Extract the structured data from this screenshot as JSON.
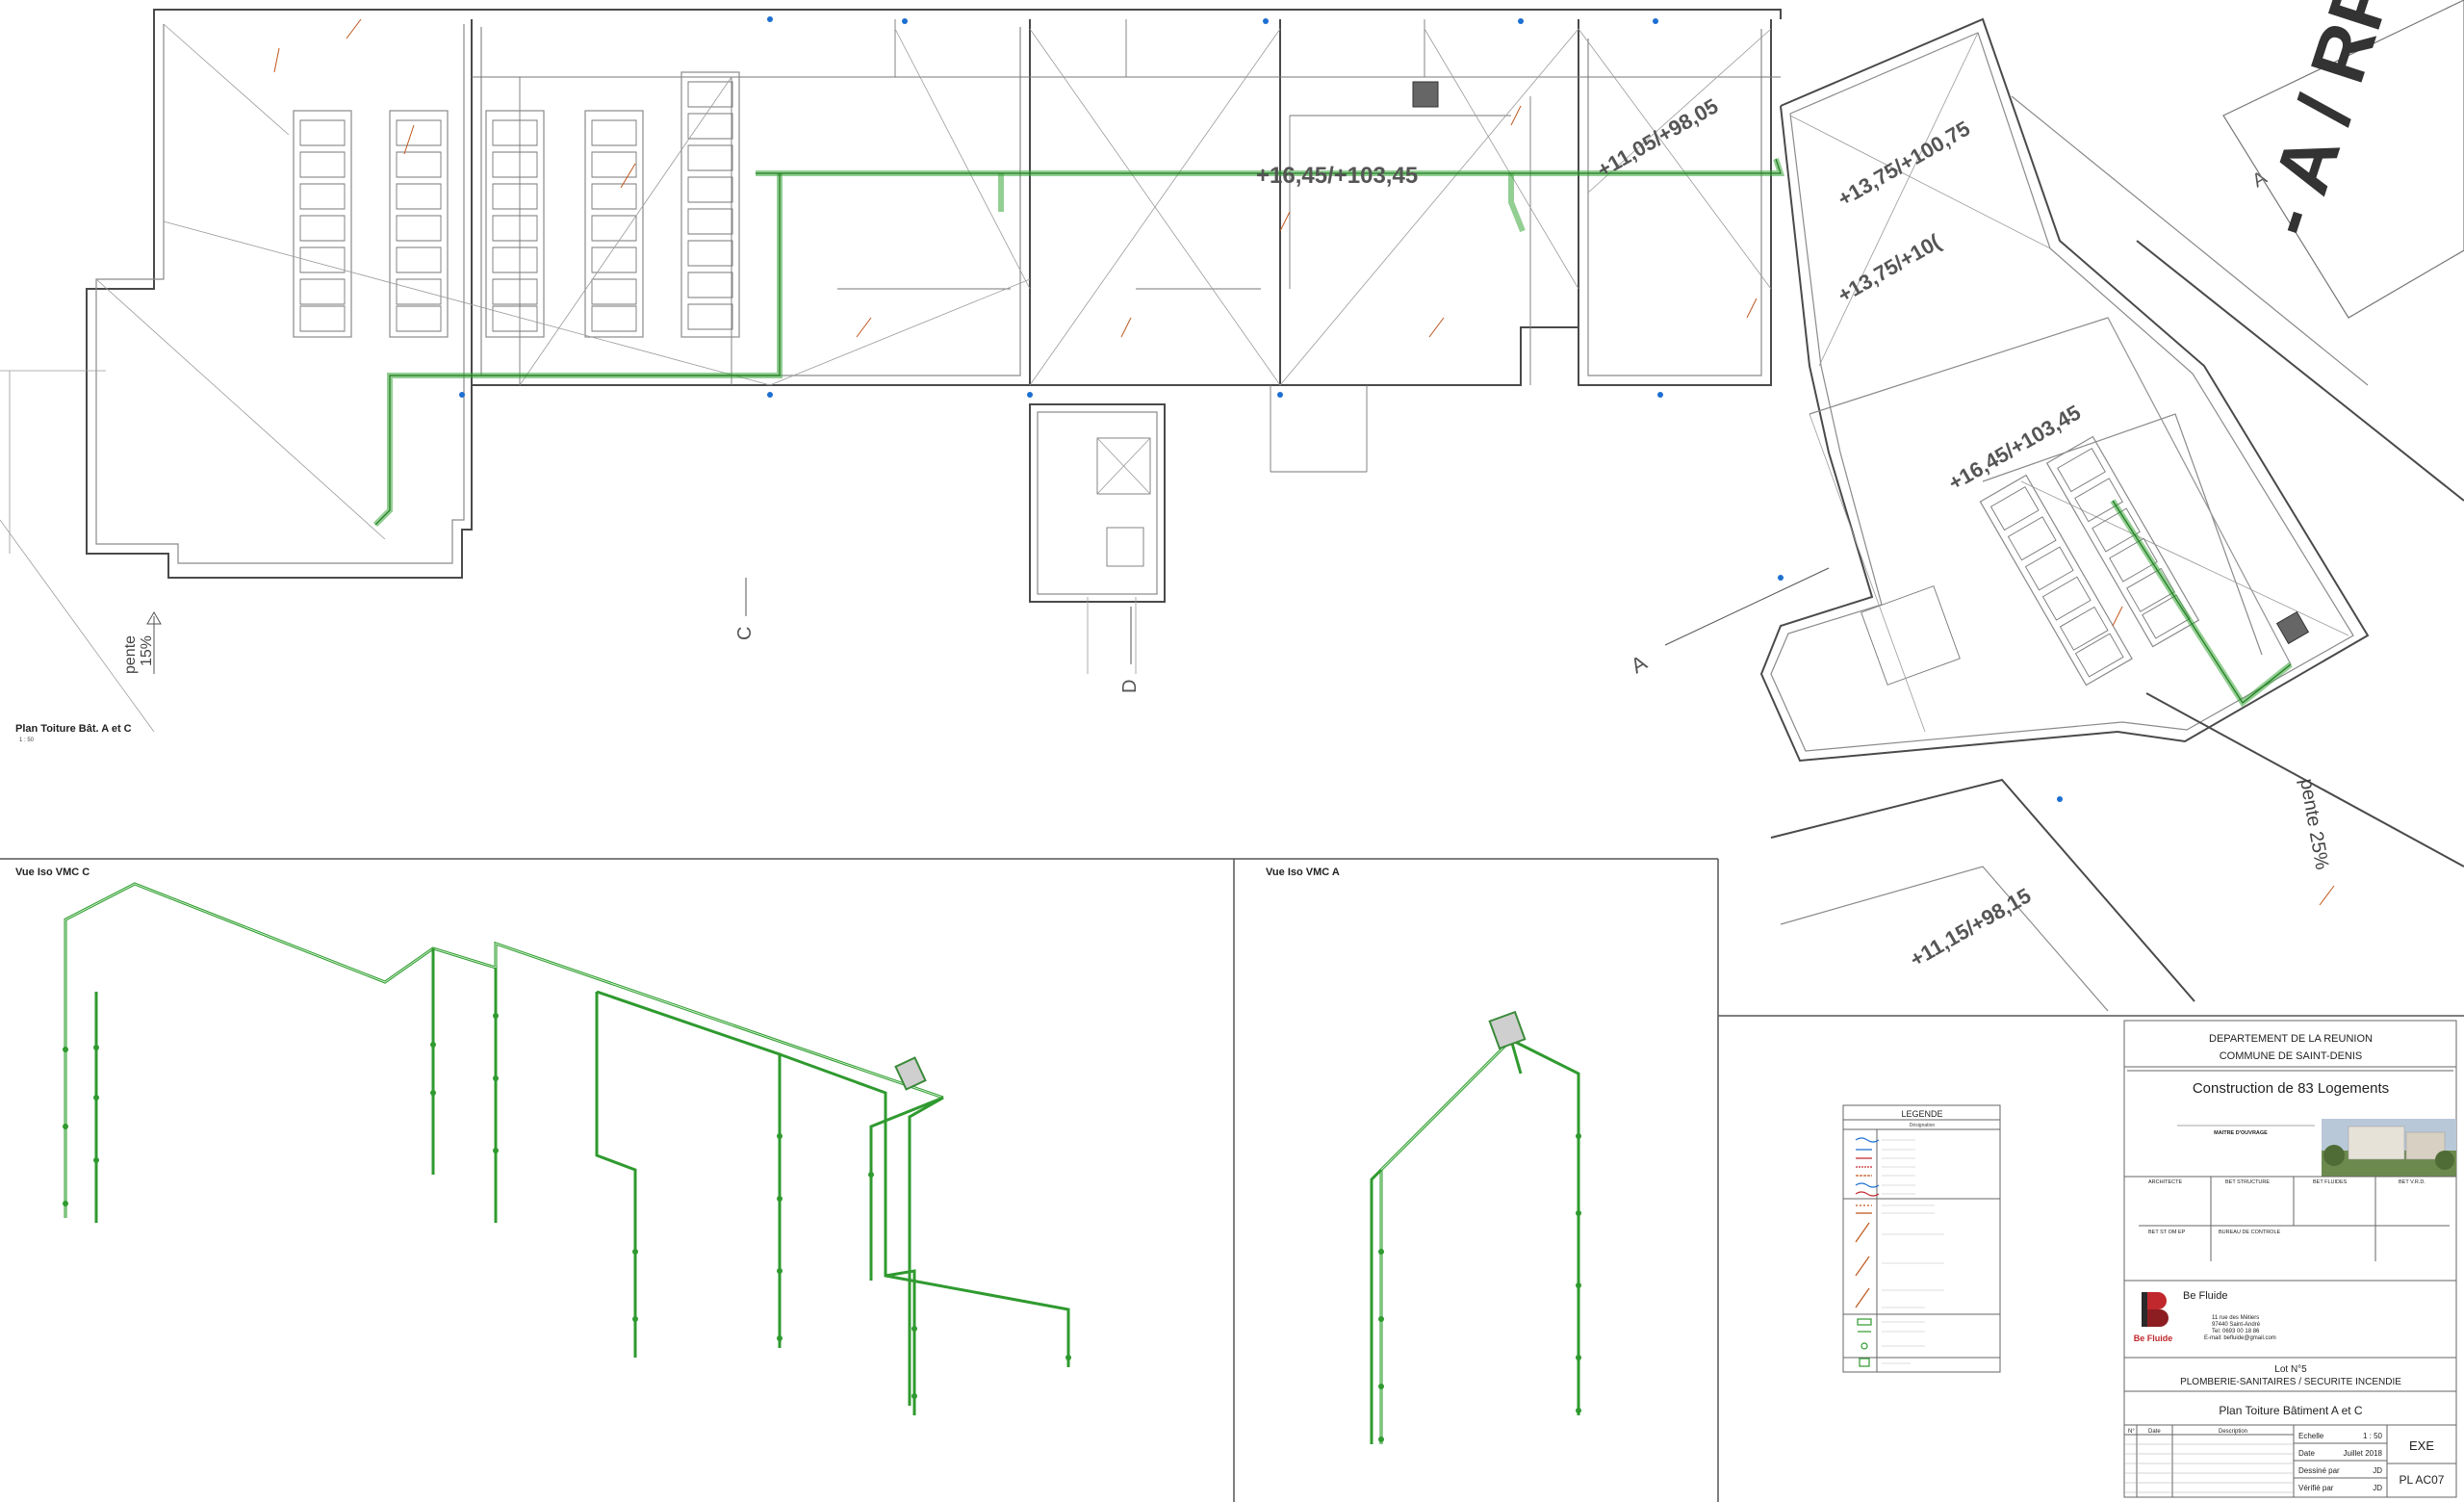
{
  "elevations": {
    "e1": "+16,45/+103,45",
    "e2": "+11,05/+98,05",
    "e3": "+13,75/+100,75",
    "e4": "+13,75/+10(",
    "e5": "+16,45/+103,45",
    "e6": "+11,15/+98,15"
  },
  "slopes": {
    "s1_label": "pente",
    "s1_value": "15%",
    "s2": "pente 25%"
  },
  "section_marks": {
    "a1": "A",
    "a2": "A",
    "c": "C",
    "d": "D"
  },
  "building_stamp": "- A / RPA",
  "views": {
    "plan_title": "Plan Toiture Bât. A et C",
    "plan_scale": "1 : 50",
    "iso_c": "Vue Iso VMC C",
    "iso_a": "Vue Iso VMC A"
  },
  "legend": {
    "title": "LEGENDE",
    "designation": "Désignation"
  },
  "title_block": {
    "department": "DEPARTEMENT DE LA REUNION",
    "commune": "COMMUNE DE SAINT-DENIS",
    "project": "Construction de 83 Logements",
    "maitre_ouvrage": "MAITRE D'OUVRAGE",
    "architecte": "ARCHITECTE",
    "bet_structure": "BET STRUCTURE",
    "bet_fluides": "BET FLUIDES",
    "bet_vrd": "BET V.R.D.",
    "bet_st_om_ep": "BET ST OM EP",
    "bureau_controle": "BUREAU DE CONTROLE",
    "company": "Be Fluide",
    "company_logo": "Be Fluide",
    "address1": "11 rue des Métiers",
    "address2": "97440 Saint-André",
    "phone": "Tel: 0693 00 18 86",
    "email": "E-mail: befluide@gmail.com",
    "lot": "Lot N°5",
    "lot_name": "PLOMBERIE-SANITAIRES / SECURITE INCENDIE",
    "drawing_title": "Plan Toiture Bâtiment A et C",
    "rev_n": "N°",
    "rev_date": "Date",
    "rev_desc": "Description",
    "echelle_label": "Echelle",
    "echelle_value": "1 : 50",
    "date_label": "Date",
    "date_value": "Juillet 2018",
    "dessine_label": "Dessiné par",
    "dessine_value": "JD",
    "verifie_label": "Vérifié par",
    "verifie_value": "JD",
    "phase": "EXE",
    "sheet_number": "PL AC07"
  },
  "colors": {
    "duct": "#3aa63a",
    "duct_core": "#1f7a1f",
    "annotation_blue": "#1d6fd1",
    "leader_orange": "#c0561b",
    "logo_red": "#c0282d"
  }
}
